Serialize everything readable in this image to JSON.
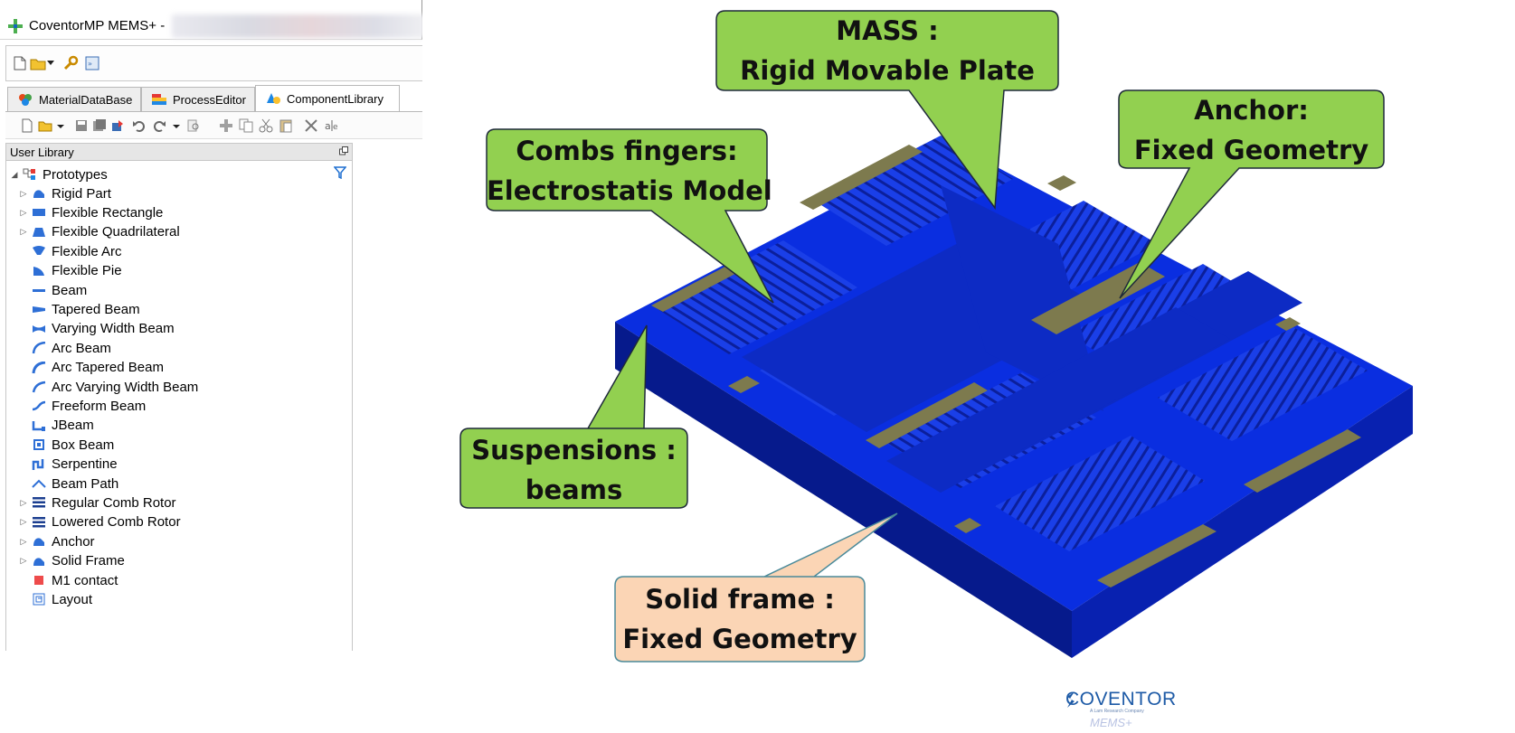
{
  "window": {
    "title": "CoventorMP MEMS+ -"
  },
  "tabs": [
    {
      "label": "MaterialDataBase",
      "active": false
    },
    {
      "label": "ProcessEditor",
      "active": false
    },
    {
      "label": "ComponentLibrary",
      "active": true
    }
  ],
  "library_panel": {
    "header": "User Library",
    "root": "Prototypes",
    "items": [
      {
        "label": "Rigid Part",
        "expandable": true,
        "icon": "rigid-part-icon"
      },
      {
        "label": "Flexible Rectangle",
        "expandable": true,
        "icon": "flexible-rectangle-icon"
      },
      {
        "label": "Flexible Quadrilateral",
        "expandable": true,
        "icon": "flexible-quadrilateral-icon"
      },
      {
        "label": "Flexible Arc",
        "expandable": false,
        "icon": "flexible-arc-icon"
      },
      {
        "label": "Flexible Pie",
        "expandable": false,
        "icon": "flexible-pie-icon"
      },
      {
        "label": "Beam",
        "expandable": false,
        "icon": "beam-icon"
      },
      {
        "label": "Tapered Beam",
        "expandable": false,
        "icon": "tapered-beam-icon"
      },
      {
        "label": "Varying Width Beam",
        "expandable": false,
        "icon": "varying-width-beam-icon"
      },
      {
        "label": "Arc Beam",
        "expandable": false,
        "icon": "arc-beam-icon"
      },
      {
        "label": "Arc Tapered Beam",
        "expandable": false,
        "icon": "arc-tapered-beam-icon"
      },
      {
        "label": "Arc Varying Width Beam",
        "expandable": false,
        "icon": "arc-varying-width-beam-icon"
      },
      {
        "label": "Freeform Beam",
        "expandable": false,
        "icon": "freeform-beam-icon"
      },
      {
        "label": "JBeam",
        "expandable": false,
        "icon": "jbeam-icon"
      },
      {
        "label": "Box Beam",
        "expandable": false,
        "icon": "box-beam-icon"
      },
      {
        "label": "Serpentine",
        "expandable": false,
        "icon": "serpentine-icon"
      },
      {
        "label": "Beam Path",
        "expandable": false,
        "icon": "beam-path-icon"
      },
      {
        "label": "Regular Comb Rotor",
        "expandable": true,
        "icon": "comb-rotor-icon"
      },
      {
        "label": "Lowered Comb Rotor",
        "expandable": true,
        "icon": "comb-rotor-icon"
      },
      {
        "label": "Anchor",
        "expandable": true,
        "icon": "anchor-icon"
      },
      {
        "label": "Solid Frame",
        "expandable": true,
        "icon": "solid-frame-icon"
      },
      {
        "label": "M1 contact",
        "expandable": false,
        "icon": "m1-contact-icon"
      },
      {
        "label": "Layout",
        "expandable": false,
        "icon": "layout-icon"
      }
    ]
  },
  "callouts": {
    "mass": {
      "line1": "MASS :",
      "line2": "Rigid Movable Plate"
    },
    "anchor": {
      "line1": "Anchor:",
      "line2": "Fixed Geometry"
    },
    "combs": {
      "line1": "Combs fingers:",
      "line2": "Electrostatis Model"
    },
    "suspensions": {
      "line1": "Suspensions :",
      "line2": "beams"
    },
    "frame": {
      "line1": "Solid frame :",
      "line2": "Fixed Geometry"
    }
  },
  "colors": {
    "callout_green": "#92d050",
    "callout_peach": "#fbd5b5",
    "device_blue": "#0a2ee0",
    "anchor_khaki": "#7d7a4e"
  },
  "brand": {
    "name": "COVENTOR",
    "tagline": "A Lam Research Company",
    "product": "MEMS+"
  }
}
